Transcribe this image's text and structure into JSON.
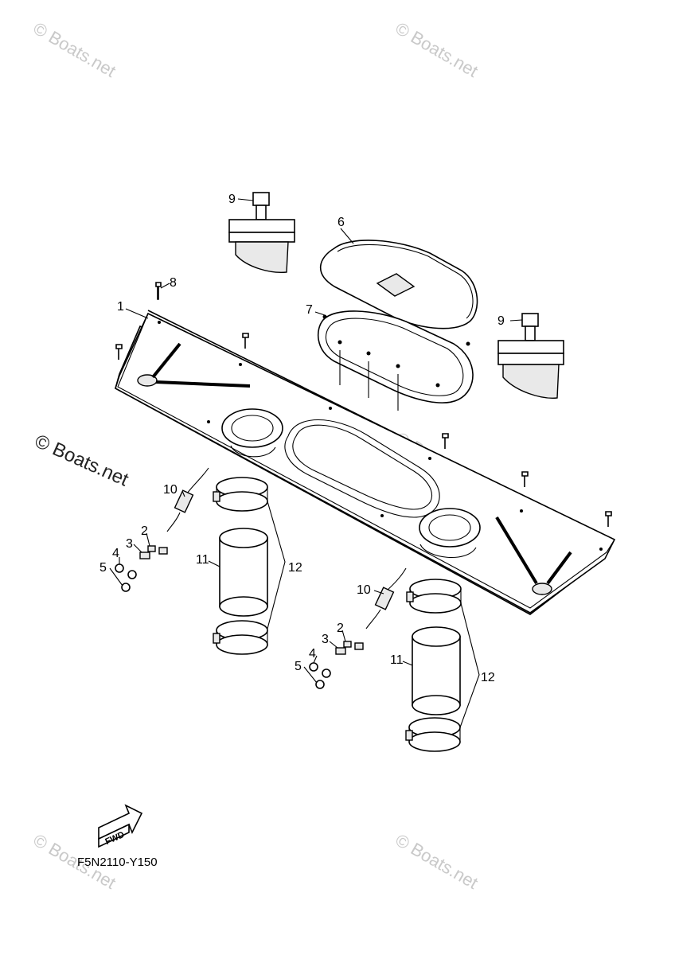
{
  "diagram": {
    "callouts": {
      "c1": "1",
      "c2a": "2",
      "c2b": "2",
      "c3a": "3",
      "c3b": "3",
      "c4a": "4",
      "c4b": "4",
      "c5a": "5",
      "c5b": "5",
      "c6": "6",
      "c7": "7",
      "c8": "8",
      "c9a": "9",
      "c9b": "9",
      "c10a": "10",
      "c10b": "10",
      "c11a": "11",
      "c11b": "11",
      "c12a": "12",
      "c12b": "12"
    },
    "fwd_label": "FWD",
    "drawing_code": "F5N2110-Y150"
  },
  "watermarks": {
    "wm1": "© Boats.net",
    "wm2": "© Boats.net",
    "wm3": "© Boats.net",
    "wm4": "© Boats.net",
    "wm5": "© Boats.net",
    "wm6": "© Boats.net"
  }
}
